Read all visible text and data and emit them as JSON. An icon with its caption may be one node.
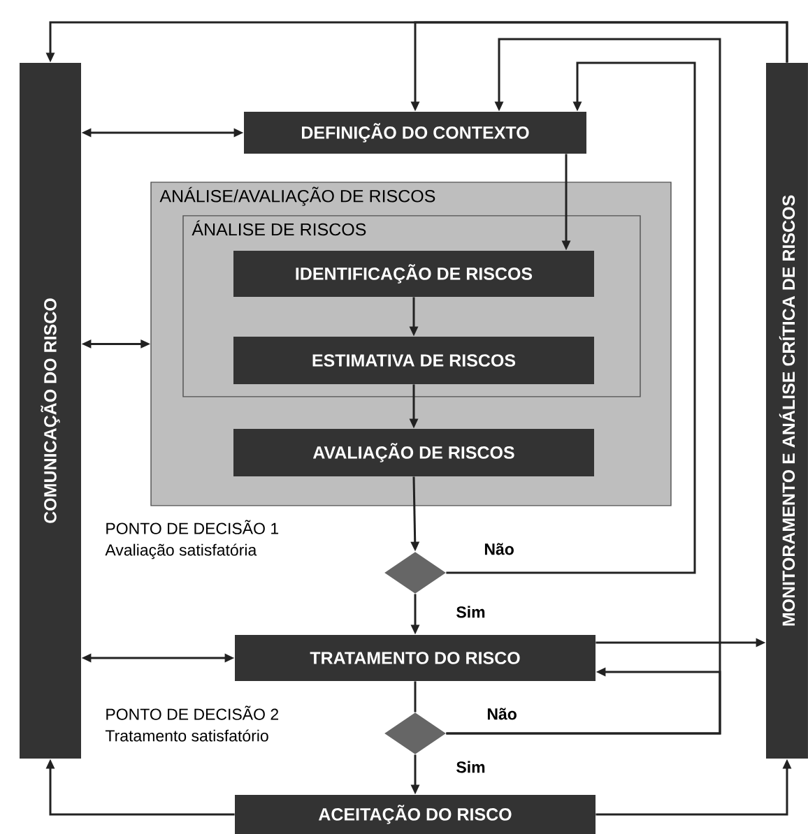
{
  "diagram": {
    "nodes": [
      {
        "text": [
          "COMUNICAÇÃO DO RISCO"
        ]
      },
      {
        "text": [
          "MONITORAMENTO E ANÁLISE CRÍTICA DE RISCOS"
        ]
      },
      {
        "text": [
          "DEFINIÇÃO DO CONTEXTO"
        ]
      },
      {
        "text": [
          "ANÁLISE/AVALIAÇÃO DE RISCOS"
        ]
      },
      {
        "text": [
          "ÁNALISE DE RISCOS"
        ],
        "in": 3
      },
      {
        "text": [
          "IDENTIFICAÇÃO DE RISCOS"
        ],
        "in": 4
      },
      {
        "text": [
          "ESTIMATIVA DE RISCOS"
        ],
        "in": 4
      },
      {
        "text": [
          "AVALIAÇÃO DE RISCOS"
        ],
        "in": 3
      },
      {
        "text": [],
        "shape": "diamond",
        "beside": [
          "PONTO DE DECISÃO 1",
          "Avaliação satisfatória"
        ]
      },
      {
        "text": [
          "TRATAMENTO DO RISCO"
        ]
      },
      {
        "text": [],
        "shape": "diamond",
        "beside": [
          "PONTO DE DECISÃO 2",
          "Tratamento satisfatório"
        ]
      },
      {
        "text": [
          "ACEITAÇÃO DO RISCO"
        ]
      }
    ],
    "edges": [
      {
        "from": 1,
        "to": 0,
        "arrow": "to"
      },
      {
        "from": 1,
        "to": 2,
        "arrow": "to"
      },
      {
        "from": 10,
        "to": 2,
        "arrow": "to",
        "label": "Não"
      },
      {
        "from": 10,
        "to": 9,
        "arrow": "to"
      },
      {
        "from": 8,
        "to": 2,
        "arrow": "to",
        "label": "Não"
      },
      {
        "from": 9,
        "to": 1,
        "arrow": "to"
      },
      {
        "from": 0,
        "to": 2,
        "arrow": "both"
      },
      {
        "from": 0,
        "to": 3,
        "arrow": "both"
      },
      {
        "from": 0,
        "to": 9,
        "arrow": "both"
      },
      {
        "from": 11,
        "to": 0,
        "arrow": "to"
      },
      {
        "from": 11,
        "to": 1,
        "arrow": "to"
      },
      {
        "from": 2,
        "to": 5,
        "arrow": "to"
      },
      {
        "from": 5,
        "to": 6,
        "arrow": "to"
      },
      {
        "from": 6,
        "to": 7,
        "arrow": "to"
      },
      {
        "from": 7,
        "to": 8,
        "arrow": "to"
      },
      {
        "from": 8,
        "to": 9,
        "arrow": "to",
        "label": "Sim"
      },
      {
        "from": 9,
        "to": 10,
        "arrow": "none"
      },
      {
        "from": 10,
        "to": 11,
        "arrow": "to",
        "label": "Sim"
      }
    ]
  }
}
